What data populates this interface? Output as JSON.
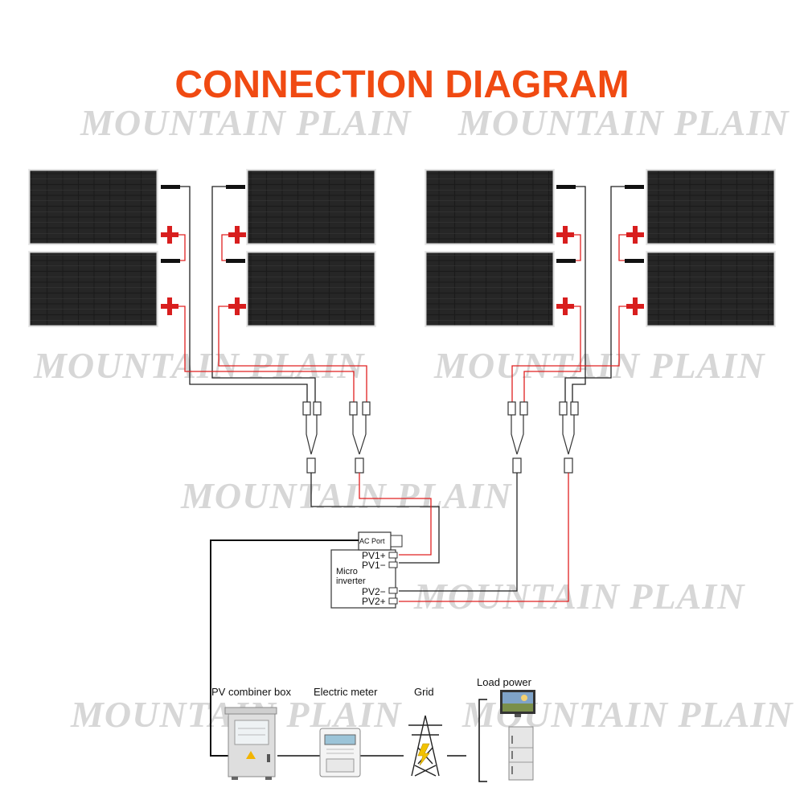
{
  "title": "CONNECTION DIAGRAM",
  "watermark": "MOUNTAIN PLAIN",
  "inverter": {
    "ac_port": "AC Port",
    "pv1_plus": "PV1+",
    "pv1_minus": "PV1−",
    "name_line1": "Micro",
    "name_line2": "inverter",
    "pv2_minus": "PV2−",
    "pv2_plus": "PV2+"
  },
  "labels": {
    "combiner": "PV combiner box",
    "meter": "Electric meter",
    "grid": "Grid",
    "load": "Load power"
  },
  "colors": {
    "title": "#f04a12",
    "positive_wire": "#e02020",
    "negative_wire": "#222222",
    "watermark": "#d7d7d7",
    "panel_cell": "#1a1a1a"
  }
}
